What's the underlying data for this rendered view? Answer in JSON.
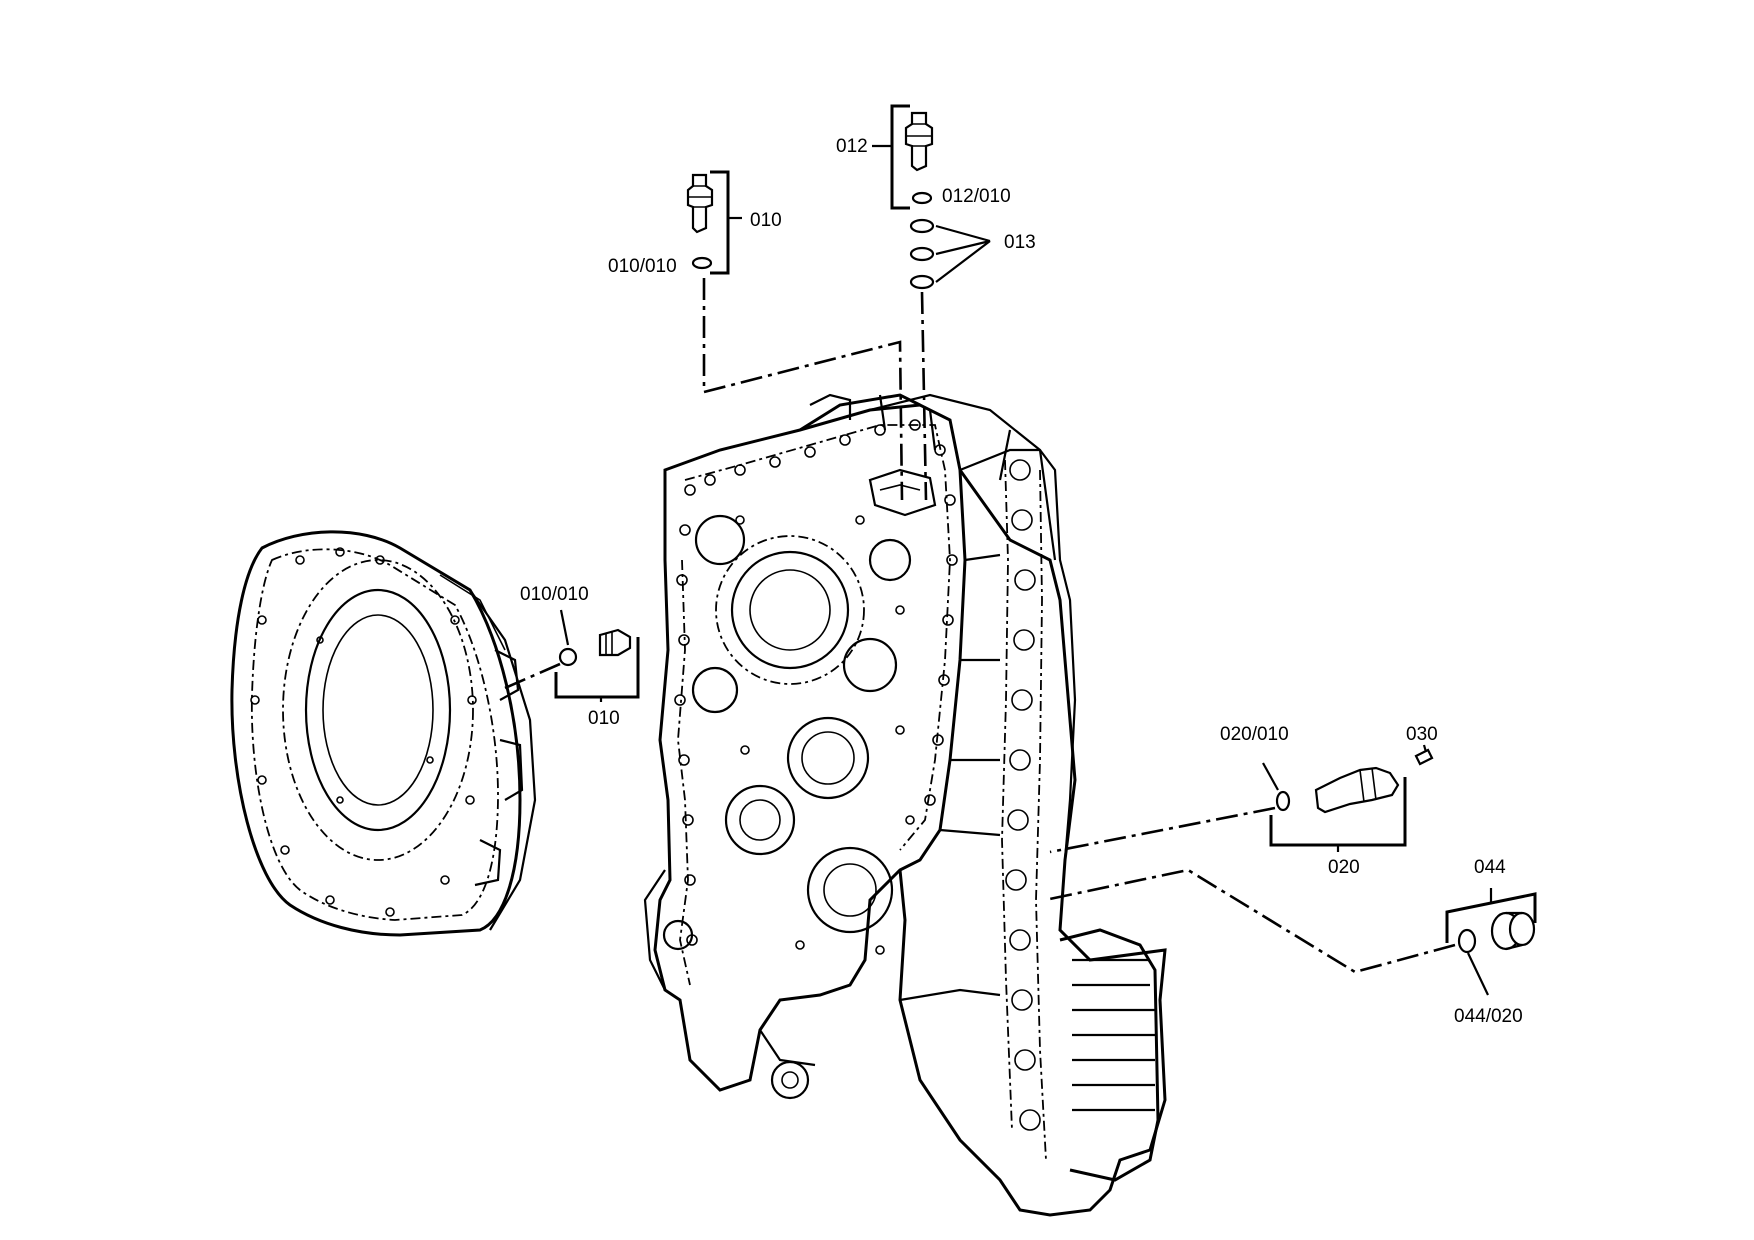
{
  "labels": {
    "top_left_item": "010",
    "top_left_seal": "010/010",
    "top_center_item": "012",
    "top_center_seal": "012/010",
    "top_center_rings": "013",
    "left_item": "010",
    "left_seal": "010/010",
    "right_item": "020",
    "right_seal": "020/010",
    "right_screw": "030",
    "plug_item": "044",
    "plug_seal": "044/020"
  }
}
